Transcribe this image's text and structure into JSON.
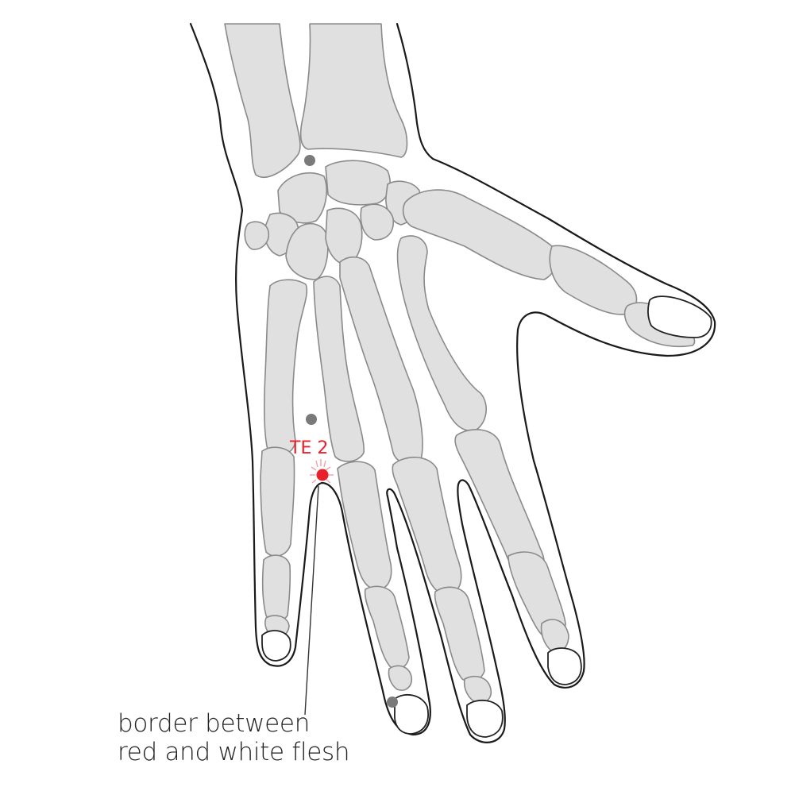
{
  "point": {
    "label": "TE 2",
    "color": "#e8202a"
  },
  "reference_point_color": "#7a7a7a",
  "caption": {
    "line1": "border between",
    "line2": "red and white flesh"
  }
}
